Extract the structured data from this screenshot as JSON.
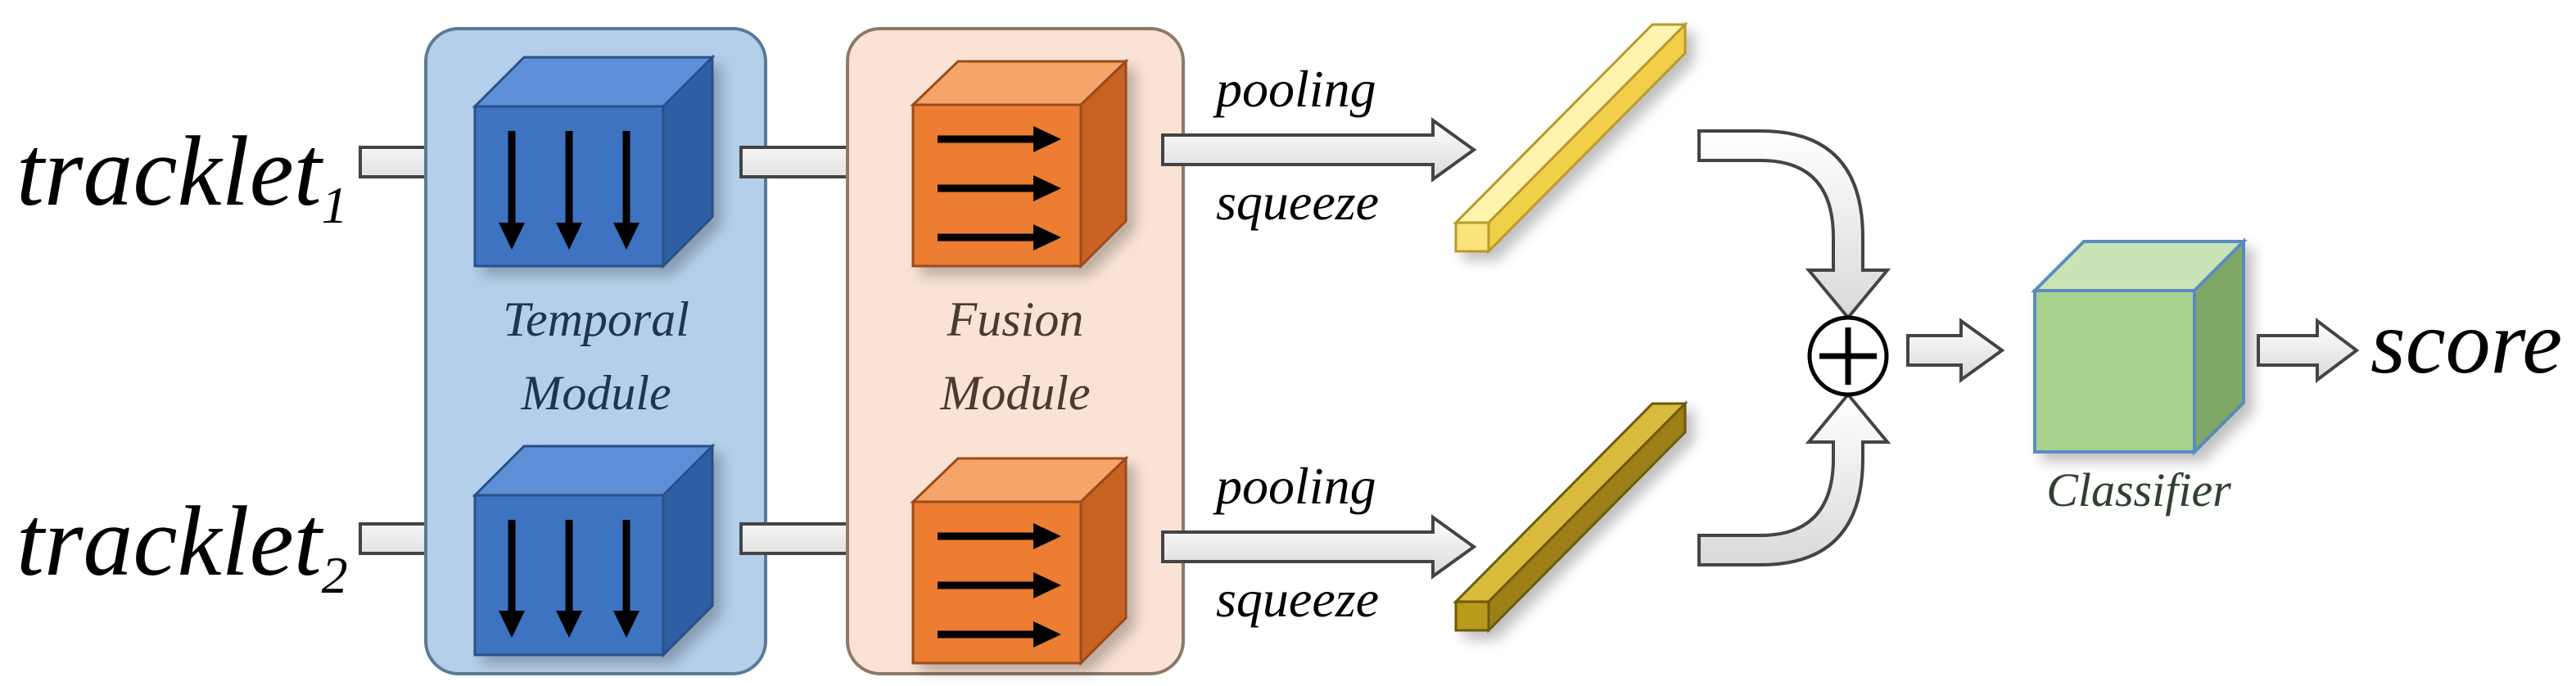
{
  "inputs": [
    {
      "text": "tracklet",
      "subscript": "1"
    },
    {
      "text": "tracklet",
      "subscript": "2"
    }
  ],
  "temporal_module": {
    "line1": "Temporal",
    "line2": "Module"
  },
  "fusion_module": {
    "line1": "Fusion",
    "line2": "Module"
  },
  "branch_top": {
    "pooling": "pooling",
    "squeeze": "squeeze"
  },
  "branch_bottom": {
    "pooling": "pooling",
    "squeeze": "squeeze"
  },
  "classifier_label": "Classifier",
  "output_label": "score",
  "icons": {
    "temporal_cube": "cube-with-down-arrows-icon",
    "fusion_cube": "cube-with-right-arrows-icon",
    "feature_vector": "bar-icon",
    "sum": "circle-plus-icon",
    "classifier": "green-cube-icon"
  },
  "colors": {
    "temporal_panel": "#b4cfea",
    "temporal_panel_border": "#5a7a96",
    "fusion_panel": "#fae3d4",
    "fusion_panel_border": "#8a7a6a",
    "blue_cube_front": "#3d73c1",
    "blue_cube_top": "#5b8fd6",
    "blue_cube_side": "#2f5ea4",
    "orange_cube_front": "#ec7d31",
    "orange_cube_top": "#f5a46a",
    "orange_cube_side": "#c76220",
    "yellow_bar": "#fbe27a",
    "olive_bar": "#b89a1d",
    "green_cube_front": "#a9d18e",
    "green_cube_side": "#7fa866",
    "text_blue": "#1f3450",
    "text_orange": "#4a3a30",
    "text_green": "#2f4030"
  }
}
